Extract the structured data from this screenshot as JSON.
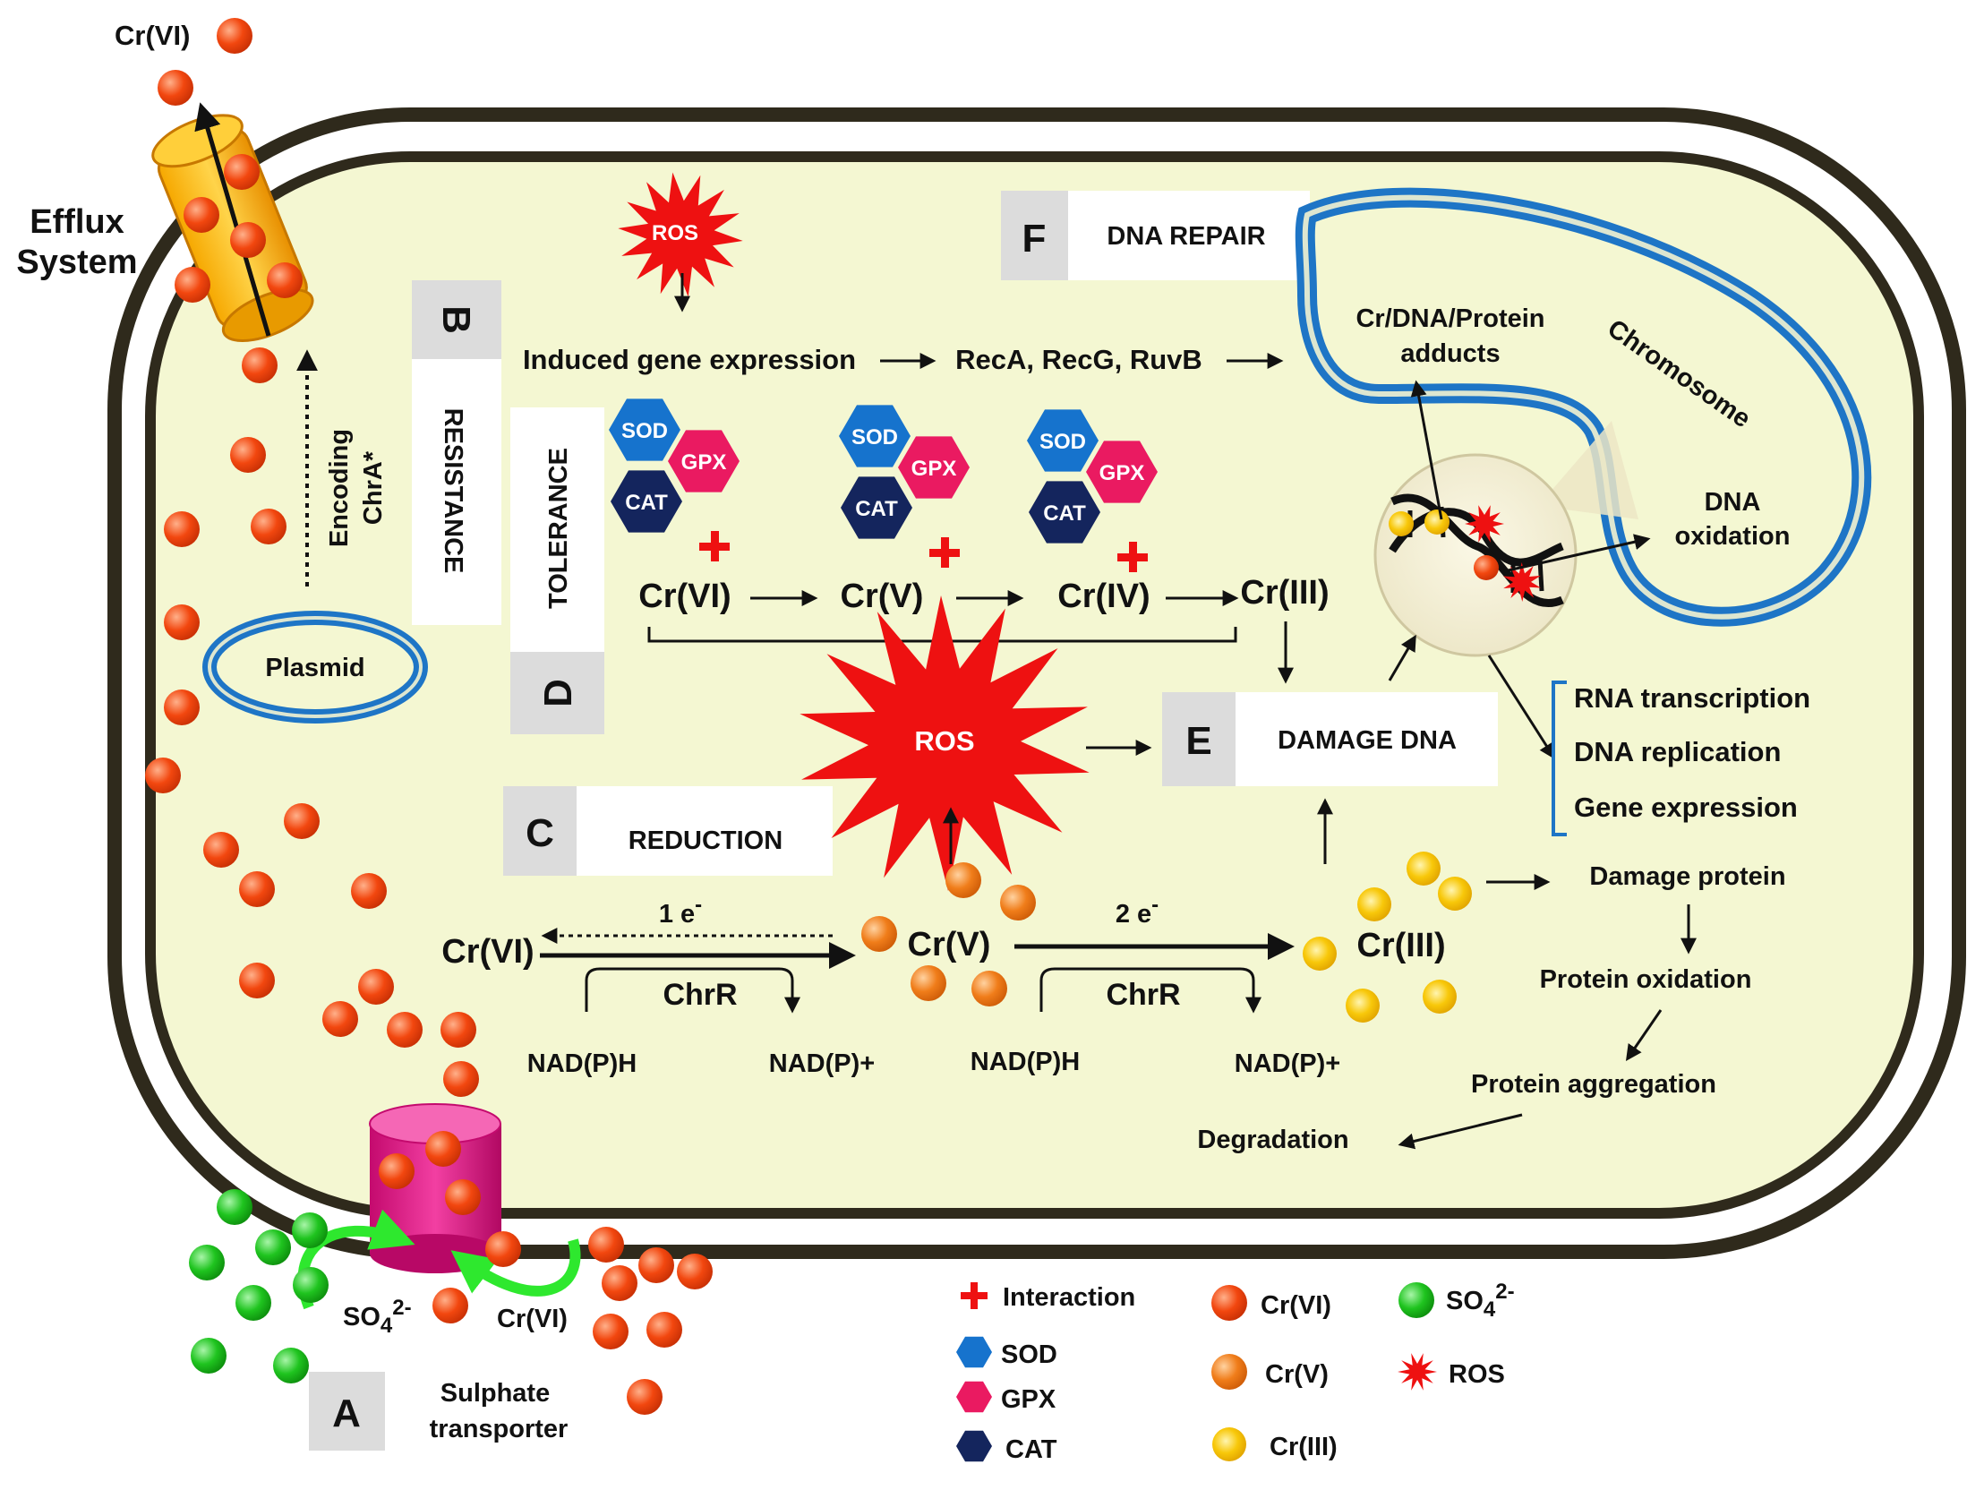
{
  "labels": {
    "cr6_outside": "Cr(VI)",
    "efflux_line1": "Efflux",
    "efflux_line2": "System",
    "encoding_line1": "Encoding",
    "encoding_line2": "ChrA*",
    "plasmid": "Plasmid",
    "resistance": "RESISTANCE",
    "tolerance": "TOLERANCE",
    "reduction": "REDUCTION",
    "dna_repair": "DNA REPAIR",
    "damage_dna": "DAMAGE DNA",
    "induced": "Induced gene expression",
    "recs": "RecA, RecG, RuvB",
    "adducts_line1": "Cr/DNA/Protein",
    "adducts_line2": "adducts",
    "chromosome": "Chromosome",
    "oxidation_line1": "DNA",
    "oxidation_line2": "oxidation",
    "rna_transcription": "RNA transcription",
    "dna_replication": "DNA replication",
    "gene_expression": "Gene expression",
    "damage_protein": "Damage protein",
    "protein_oxidation": "Protein oxidation",
    "protein_aggregation": "Protein aggregation",
    "degradation": "Degradation",
    "chain_cr6": "Cr(VI)",
    "chain_cr5": "Cr(V)",
    "chain_cr4": "Cr(IV)",
    "chain_cr3": "Cr(III)",
    "ros_small": "ROS",
    "ros_big": "ROS",
    "red_cr6": "Cr(VI)",
    "red_cr5": "Cr(V)",
    "red_cr3": "Cr(III)",
    "one_e": "1 e",
    "one_e_sup": "-",
    "two_e": "2 e",
    "two_e_sup": "-",
    "chrr1": "ChrR",
    "chrr2": "ChrR",
    "nadph1": "NAD(P)H",
    "nadp1": "NAD(P)+",
    "nadph2": "NAD(P)H",
    "nadp2": "NAD(P)+",
    "so4_base": "SO",
    "so4_sub": "4",
    "so4_sup": "2-",
    "cr6_transport": "Cr(VI)",
    "sulphate_line1": "Sulphate",
    "sulphate_line2": "transporter"
  },
  "enzymes": {
    "sod": "SOD",
    "gpx": "GPX",
    "cat": "CAT"
  },
  "section_letters": {
    "a": "A",
    "b": "B",
    "c": "C",
    "d": "D",
    "e": "E",
    "f": "F"
  },
  "legend": {
    "interaction": "Interaction",
    "sod": "SOD",
    "gpx": "GPX",
    "cat": "CAT",
    "cr6": "Cr(VI)",
    "cr5": "Cr(V)",
    "cr3": "Cr(III)",
    "so4_base": "SO",
    "so4_sub": "4",
    "so4_sup": "2-",
    "ros": "ROS"
  },
  "colors": {
    "cytoplasm": "#f4f7d2",
    "periplasm": "#ffffff",
    "membrane": "#2f2a1c",
    "cr6": "#f2470f",
    "cr5": "#f07d1a",
    "cr3": "#f8c80a",
    "so4": "#1fc41f",
    "ros": "#ee1111",
    "sod": "#1673cd",
    "gpx": "#ea1a61",
    "cat": "#14255d",
    "dna_blue": "#1e75c6",
    "letter_box": "#dcdcdc"
  },
  "icons": {
    "ros": "ros-burst-icon",
    "interaction": "plus-icon",
    "enzyme": "hexagon-icon"
  }
}
